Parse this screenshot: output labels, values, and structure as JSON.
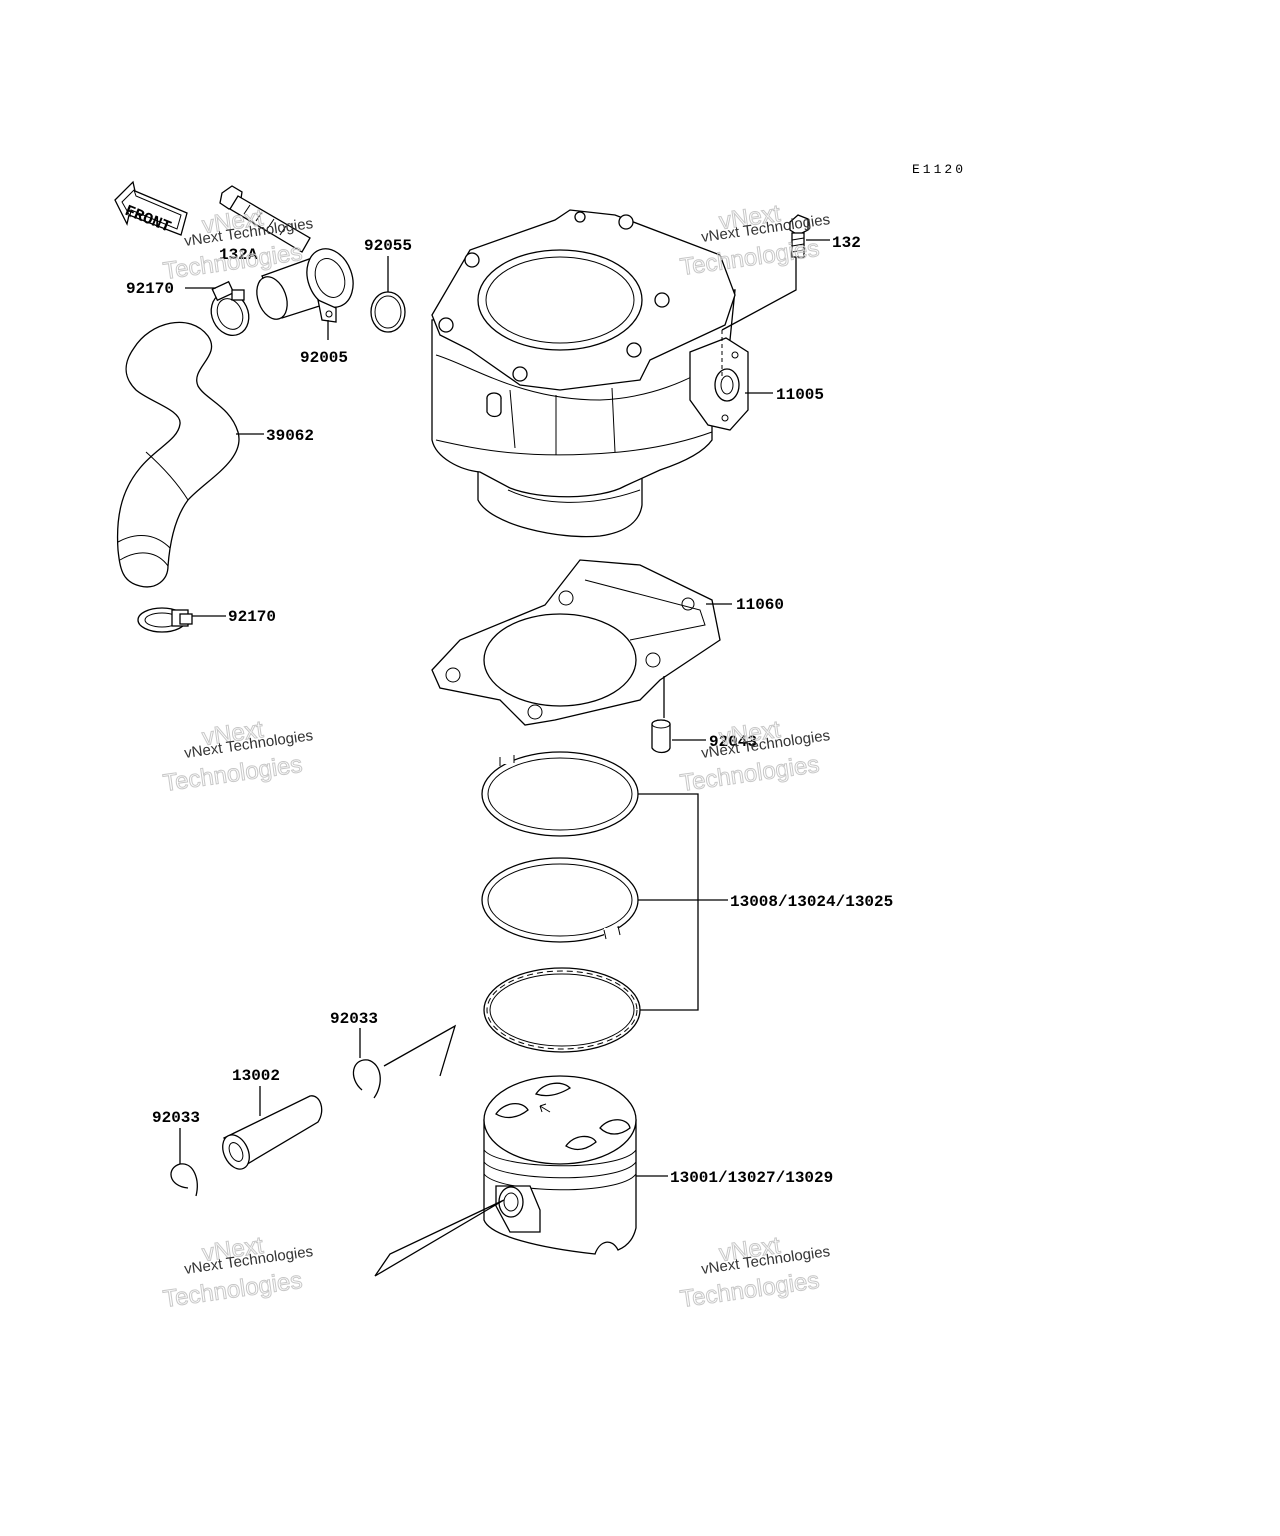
{
  "diagram": {
    "code": "E1120",
    "front_label": "FRONT",
    "watermark": {
      "line1": "vNext Technologies",
      "line2": "vNext",
      "line3": "Technologies"
    },
    "parts": [
      {
        "id": "p132a",
        "label": "132A"
      },
      {
        "id": "p92170a",
        "label": "92170"
      },
      {
        "id": "p92005",
        "label": "92005"
      },
      {
        "id": "p92055",
        "label": "92055"
      },
      {
        "id": "p132",
        "label": "132"
      },
      {
        "id": "p11005",
        "label": "11005"
      },
      {
        "id": "p39062",
        "label": "39062"
      },
      {
        "id": "p92170b",
        "label": "92170"
      },
      {
        "id": "p11060",
        "label": "11060"
      },
      {
        "id": "p92043",
        "label": "92043"
      },
      {
        "id": "p13008",
        "label": "13008/13024/13025"
      },
      {
        "id": "p92033a",
        "label": "92033"
      },
      {
        "id": "p13002",
        "label": "13002"
      },
      {
        "id": "p92033b",
        "label": "92033"
      },
      {
        "id": "p13001",
        "label": "13001/13027/13029"
      }
    ]
  }
}
